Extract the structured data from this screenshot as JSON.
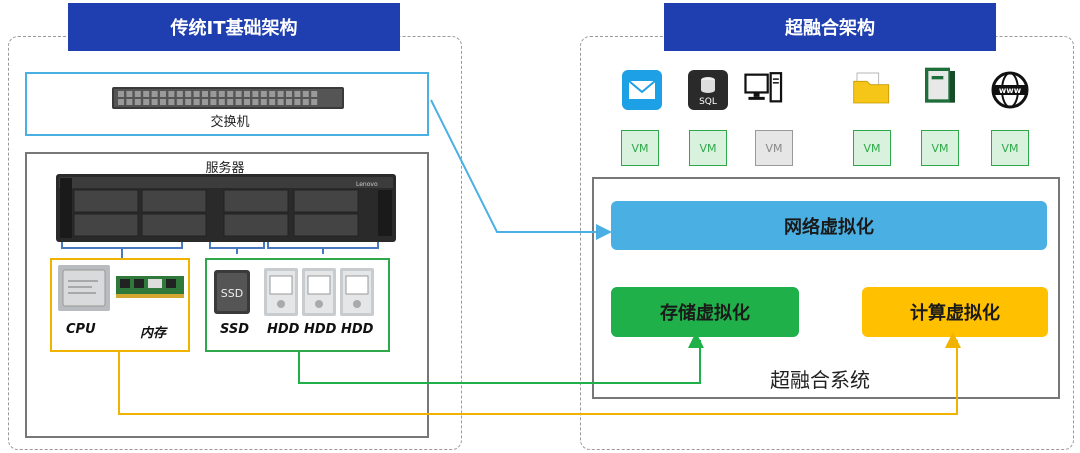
{
  "left": {
    "title": "传统IT基础架构",
    "switch_label": "交换机",
    "server_label": "服务器",
    "server_brand": "Lenovo",
    "ssd_text": "SSD",
    "components": {
      "cpu": "CPU",
      "memory": "内存",
      "ssd": "SSD",
      "hdd1": "HDD",
      "hdd2": "HDD",
      "hdd3": "HDD"
    }
  },
  "right": {
    "title": "超融合架构",
    "vm_labels": [
      "VM",
      "VM",
      "VM",
      "VM",
      "VM",
      "VM"
    ],
    "sql_text": "SQL",
    "www_text": "www",
    "network_virtualization": "网络虚拟化",
    "storage_virtualization": "存储虚拟化",
    "compute_virtualization": "计算虚拟化",
    "system_label": "超融合系统"
  },
  "colors": {
    "title_bg": "#1f3fb0",
    "network_bar": "#4ab0e3",
    "storage_bar": "#1fb04a",
    "compute_bar": "#ffc000",
    "switch_border": "#4ab0e3",
    "storage_group_border": "#2ea84a",
    "compute_group_border": "#f0b400"
  },
  "icons": [
    "mail-icon",
    "database-sql-icon",
    "desktop-computer-icon",
    "folder-icon",
    "book-icon",
    "www-globe-icon"
  ]
}
